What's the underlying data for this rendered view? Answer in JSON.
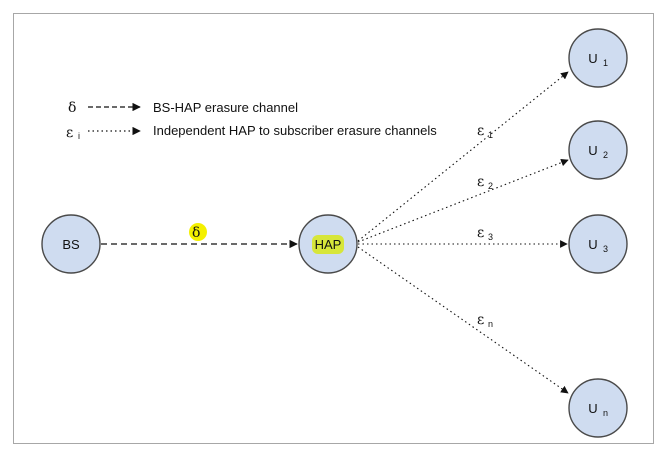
{
  "legend": {
    "item1_symbol": "δ",
    "item1_text": "BS-HAP erasure channel",
    "item2_symbol": "ε",
    "item2_sub": "i",
    "item2_text": "Independent HAP to subscriber erasure channels"
  },
  "nodes": {
    "bs": "BS",
    "hap": "HAP",
    "u1": "U",
    "u1_sub": "1",
    "u2": "U",
    "u2_sub": "2",
    "u3": "U",
    "u3_sub": "3",
    "un": "U",
    "un_sub": "n"
  },
  "edges": {
    "bs_hap": "δ",
    "e1": "ε",
    "e1_sub": "1",
    "e2": "ε",
    "e2_sub": "2",
    "e3": "ε",
    "e3_sub": "3",
    "en": "ε",
    "en_sub": "n"
  },
  "colors": {
    "node_fill": "#cfdcf0",
    "highlight": "#f4f000",
    "highlight_hap": "#d7e63a"
  }
}
